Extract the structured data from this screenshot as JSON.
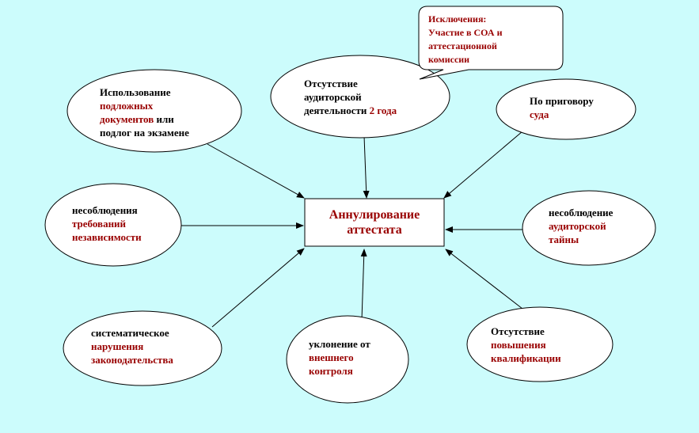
{
  "center": {
    "line1": "Аннулирование",
    "line2": "аттестата"
  },
  "callout": {
    "line1": "Исключения:",
    "line2": "Участие в СОА и",
    "line3": "аттестационной",
    "line4": "комиссии"
  },
  "nodes": {
    "documents": {
      "l1": "Использование",
      "l2": "подложных",
      "l3a": "документов",
      "l3b": " или",
      "l4": "подлог на экзамене"
    },
    "absence_audit": {
      "l1": "Отсутствие",
      "l2": "аудиторской",
      "l3a": "деятельности ",
      "l3b": "2 года"
    },
    "court": {
      "l1": "По приговору",
      "l2": "суда"
    },
    "independence": {
      "l1": "несоблюдения",
      "l2": "требований",
      "l3": "независимости"
    },
    "secrecy": {
      "l1": "несоблюдение",
      "l2": "аудиторской",
      "l3": "тайны"
    },
    "law": {
      "l1": "систематическое",
      "l2": "нарушения",
      "l3": "законодательства"
    },
    "control": {
      "l1": "уклонение от",
      "l2": "внешнего",
      "l3": "контроля"
    },
    "qualification": {
      "l1": "Отсутствие",
      "l2": "повышения",
      "l3": "квалификации"
    }
  },
  "colors": {
    "background": "#ccfcfc",
    "accent_text": "#990000",
    "shape_fill": "#ffffff",
    "stroke": "#000000"
  }
}
